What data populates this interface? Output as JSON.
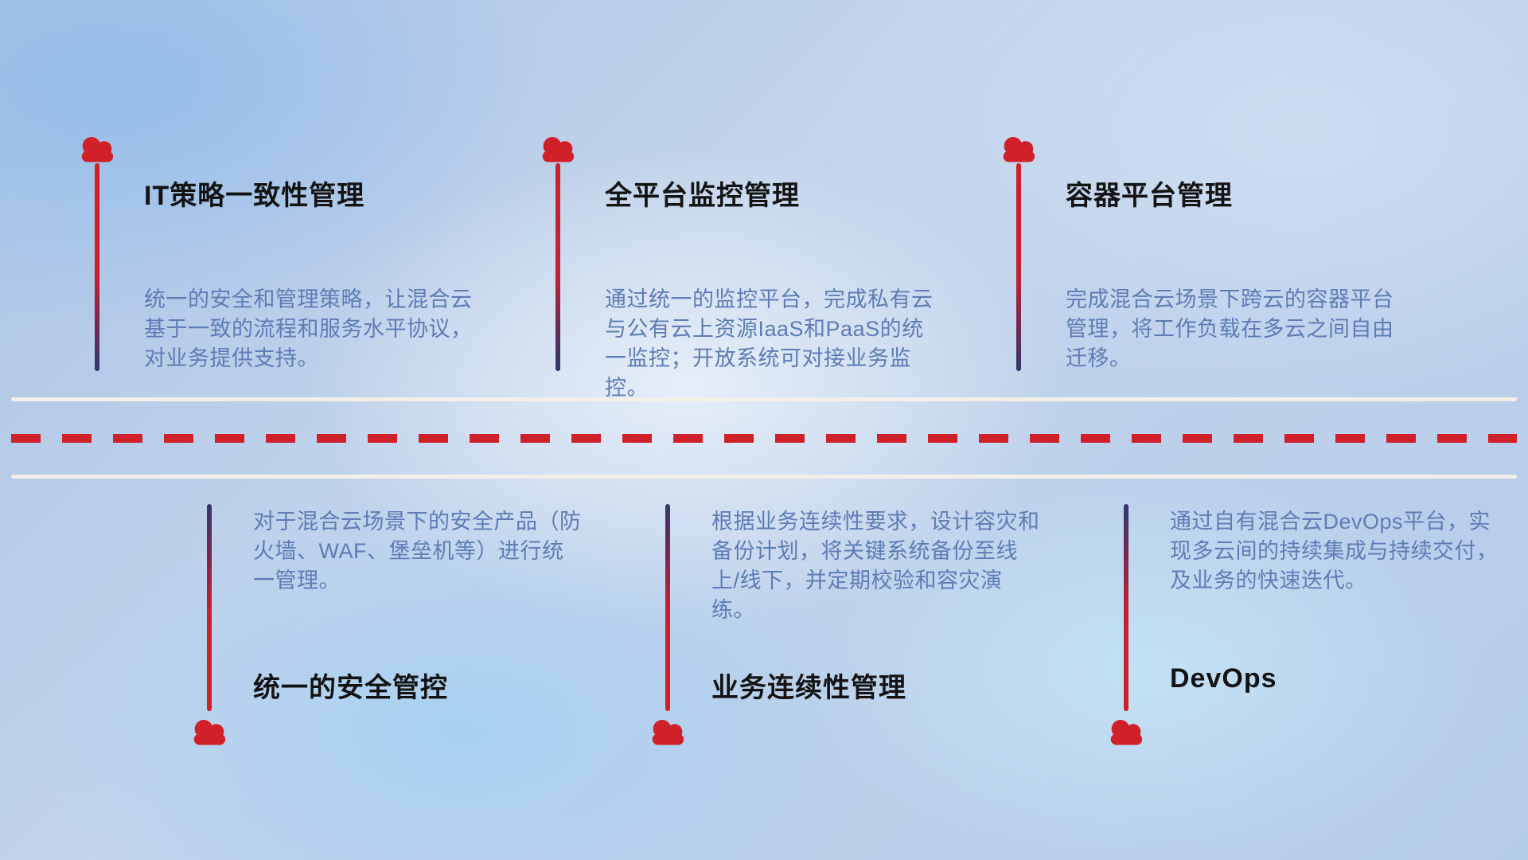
{
  "diagram_title": "hybrid-cloud-management-capabilities",
  "top_items": [
    {
      "title": "IT策略一致性管理",
      "desc": "统一的安全和管理策略，让混合云基于一致的流程和服务水平协议，对业务提供支持。"
    },
    {
      "title": "全平台监控管理",
      "desc": "通过统一的监控平台，完成私有云与公有云上资源IaaS和PaaS的统一监控；开放系统可对接业务监控。"
    },
    {
      "title": "容器平台管理",
      "desc": "完成混合云场景下跨云的容器平台管理，将工作负载在多云之间自由迁移。"
    }
  ],
  "bottom_items": [
    {
      "title": "统一的安全管控",
      "desc": "对于混合云场景下的安全产品（防火墙、WAF、堡垒机等）进行统一管理。"
    },
    {
      "title": "业务连续性管理",
      "desc": "根据业务连续性要求，设计容灾和备份计划，将关键系统备份至线上/线下，并定期校验和容灾演练。"
    },
    {
      "title": "DevOps",
      "desc": "通过自有混合云DevOps平台，实现多云间的持续集成与持续交付，及业务的快速迭代。"
    }
  ],
  "colors": {
    "accent_red": "#d0202a",
    "line_navy": "#2e3a6e",
    "desc_text": "#5e7cb6",
    "title_text": "#131313",
    "divider_white": "#f4efe9"
  }
}
